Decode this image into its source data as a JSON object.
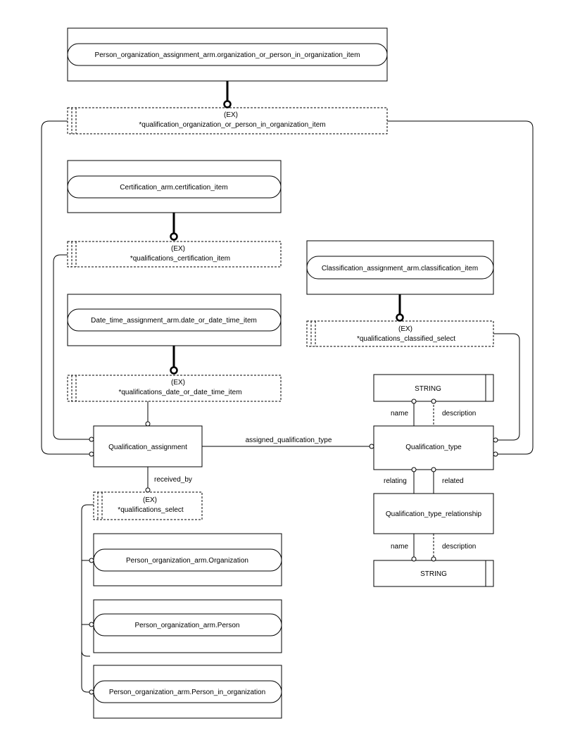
{
  "entities": {
    "person_org_item": "Person_organization_assignment_arm.organization_or_person_in_organization_item",
    "certification_item": "Certification_arm.certification_item",
    "date_time_item": "Date_time_assignment_arm.date_or_date_time_item",
    "classification_item": "Classification_assignment_arm.classification_item",
    "qualification_assignment": "Qualification_assignment",
    "qualification_type": "Qualification_type",
    "qualification_type_relationship": "Qualification_type_relationship",
    "string_top": "STRING",
    "string_bottom": "STRING",
    "organization": "Person_organization_arm.Organization",
    "person": "Person_organization_arm.Person",
    "person_in_organization": "Person_organization_arm.Person_in_organization"
  },
  "selects": {
    "ex_tag": "(EX)",
    "org_or_person": "*qualification_organization_or_person_in_organization_item",
    "certification": "*qualifications_certification_item",
    "date_time": "*qualifications_date_or_date_time_item",
    "classified": "*qualifications_classified_select",
    "qualifications": "*qualifications_select"
  },
  "relations": {
    "assigned_qualification_type": "assigned_qualification_type",
    "received_by": "received_by",
    "name_top": "name",
    "description_top": "description",
    "relating": "relating",
    "related": "related",
    "name_bottom": "name",
    "description_bottom": "description"
  }
}
